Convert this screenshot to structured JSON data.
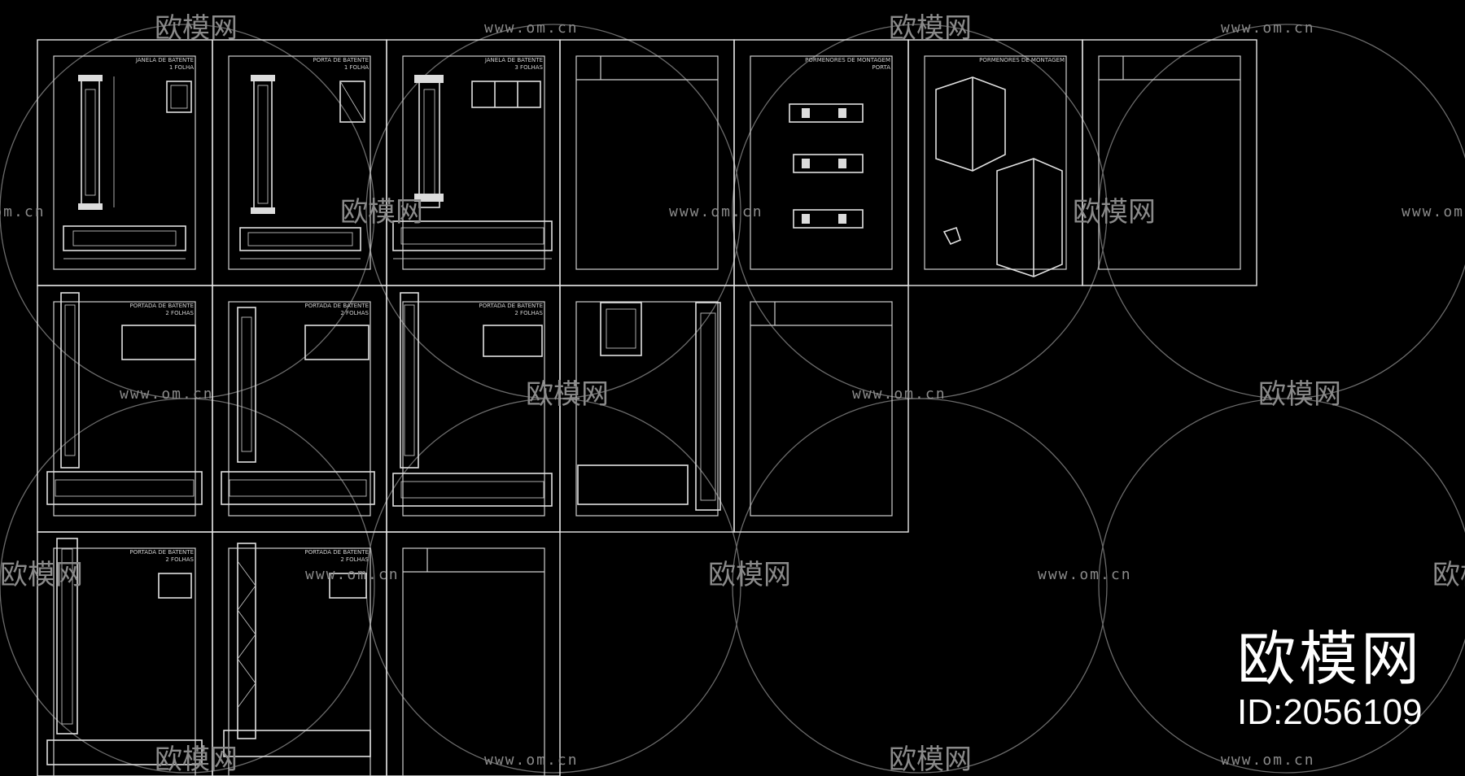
{
  "watermark": {
    "brand": "欧模网",
    "url": "www.om.cn",
    "id_label": "ID:2056109"
  },
  "sheets": [
    {
      "row": 1,
      "col": 1,
      "title": "JANELA DE BATENTE",
      "subtitle": "1 FOLHA"
    },
    {
      "row": 1,
      "col": 2,
      "title": "PORTA DE BATENTE",
      "subtitle": "1 FOLHA"
    },
    {
      "row": 1,
      "col": 3,
      "title": "JANELA DE BATENTE",
      "subtitle": "3 FOLHAS"
    },
    {
      "row": 1,
      "col": 4,
      "title": "",
      "subtitle": ""
    },
    {
      "row": 1,
      "col": 5,
      "title": "PORMENORES DE MONTAGEM",
      "subtitle": "PORTA"
    },
    {
      "row": 1,
      "col": 6,
      "title": "PORMENORES DE MONTAGEM",
      "subtitle": ""
    },
    {
      "row": 1,
      "col": 7,
      "title": "",
      "subtitle": ""
    },
    {
      "row": 2,
      "col": 1,
      "title": "PORTADA DE BATENTE",
      "subtitle": "2 FOLHAS"
    },
    {
      "row": 2,
      "col": 2,
      "title": "PORTADA DE BATENTE",
      "subtitle": "2 FOLHAS"
    },
    {
      "row": 2,
      "col": 3,
      "title": "PORTADA DE BATENTE",
      "subtitle": "2 FOLHAS"
    },
    {
      "row": 2,
      "col": 4,
      "title": "PORTADA DE BATENTE",
      "subtitle": ""
    },
    {
      "row": 2,
      "col": 5,
      "title": "",
      "subtitle": ""
    },
    {
      "row": 3,
      "col": 1,
      "title": "PORTADA DE BATENTE",
      "subtitle": "2 FOLHAS"
    },
    {
      "row": 3,
      "col": 2,
      "title": "PORTADA DE BATENTE",
      "subtitle": "2 FOLHAS"
    },
    {
      "row": 3,
      "col": 3,
      "title": "",
      "subtitle": ""
    }
  ]
}
